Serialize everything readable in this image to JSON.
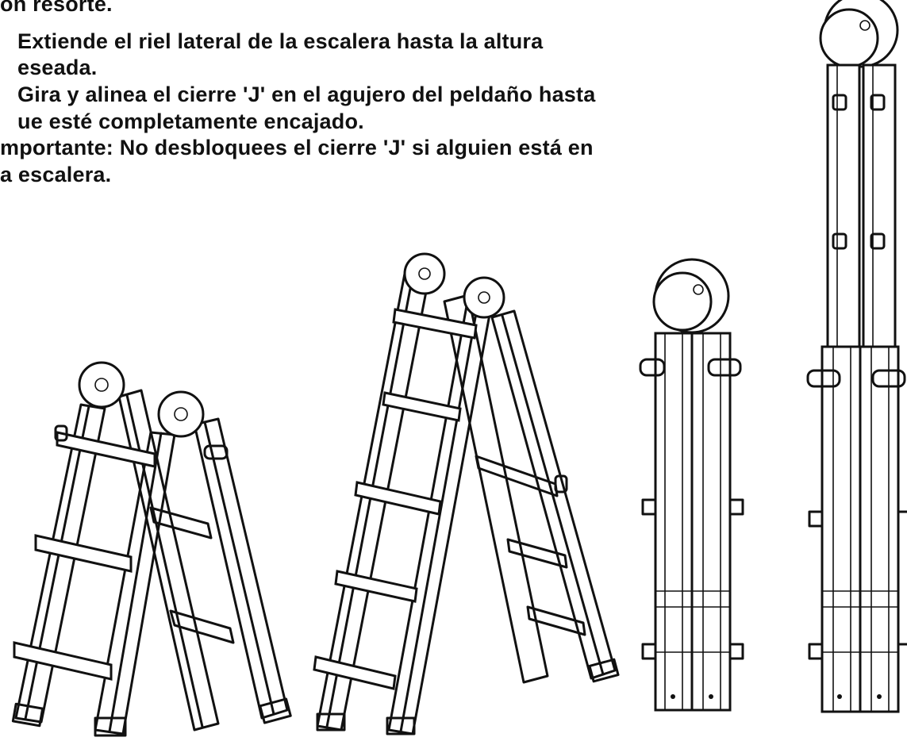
{
  "instructions": {
    "lines": [
      "on resorte.",
      " Extiende el riel lateral de la escalera hasta la altura",
      "eseada.",
      " Gira y alinea el cierre 'J' en el agujero del peldaño hasta",
      "ue esté completamente encajado.",
      "mportante: No desbloquees el cierre 'J' si alguien está en",
      "a escalera."
    ]
  }
}
